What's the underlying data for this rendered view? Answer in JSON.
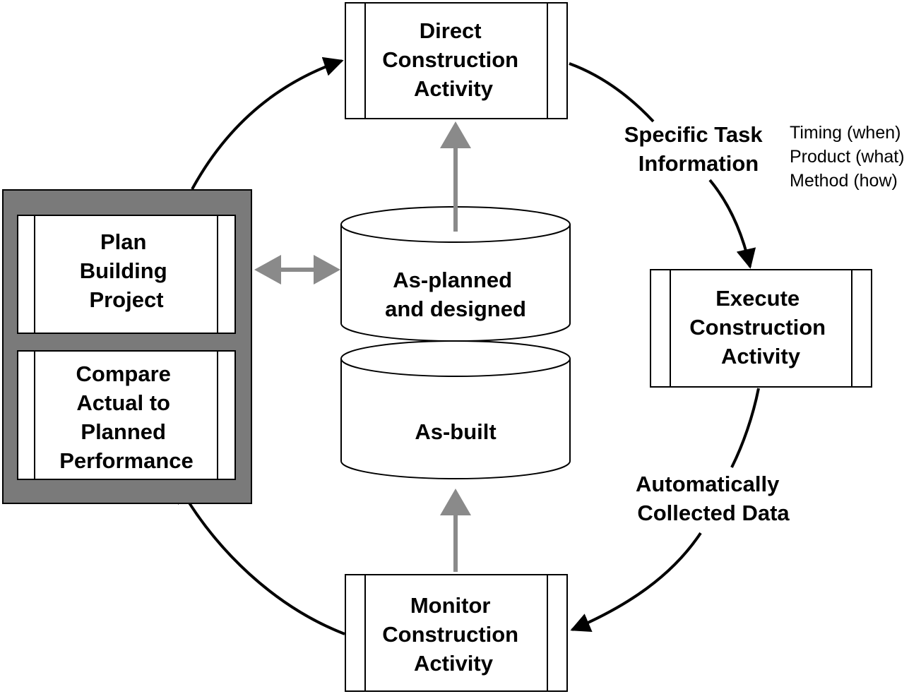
{
  "colors": {
    "stroke": "#000000",
    "group_fill": "#7a7a7a",
    "gray_arrow": "#8a8a8a",
    "background": "#ffffff"
  },
  "processes": {
    "direct": [
      "Direct",
      "Construction",
      "Activity"
    ],
    "execute": [
      "Execute",
      "Construction",
      "Activity"
    ],
    "monitor": [
      "Monitor",
      "Construction",
      "Activity"
    ],
    "plan": [
      "Plan",
      "Building",
      "Project"
    ],
    "compare": [
      "Compare",
      "Actual to",
      "Planned",
      "Performance"
    ]
  },
  "databases": {
    "as_planned": [
      "As-planned",
      "and designed"
    ],
    "as_built": [
      "As-built"
    ]
  },
  "flows": {
    "task_info": [
      "Specific Task",
      "Information"
    ],
    "task_details": [
      "Timing (when)",
      "Product (what)",
      "Method (how)"
    ],
    "collected": [
      "Automatically",
      "Collected Data"
    ]
  }
}
